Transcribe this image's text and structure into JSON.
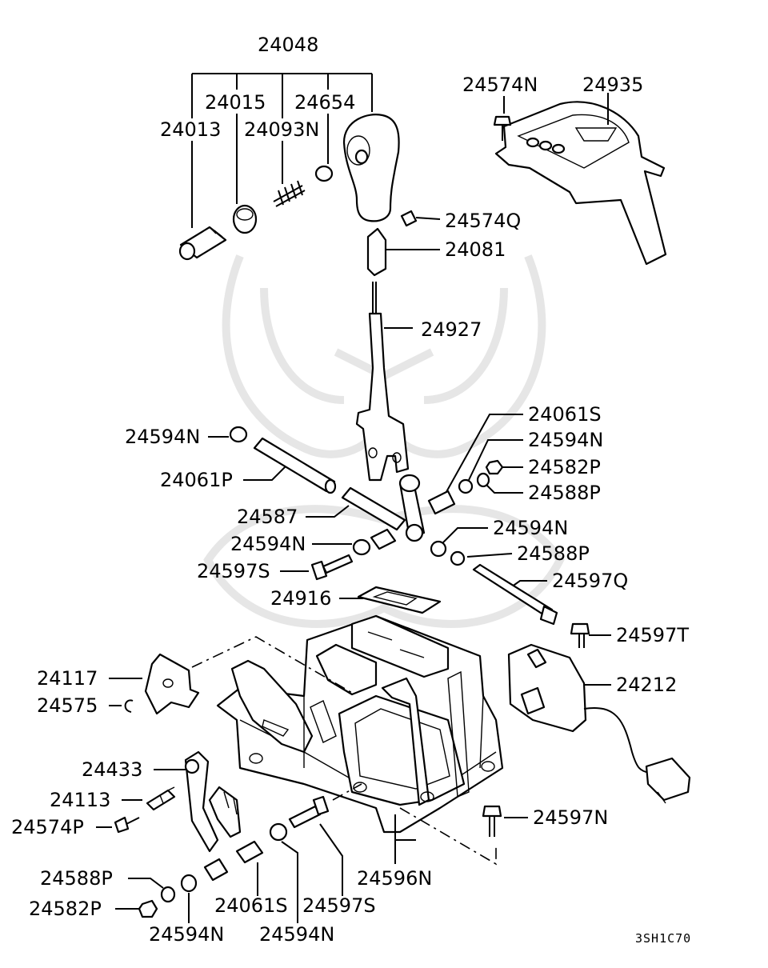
{
  "diagram": {
    "code": "3SH1C70",
    "colors": {
      "line": "#000000",
      "background": "#ffffff",
      "watermark": "#e6e6e6"
    }
  },
  "labels": {
    "p24048": "24048",
    "p24015": "24015",
    "p24654": "24654",
    "p24013": "24013",
    "p24093N": "24093N",
    "p24574N": "24574N",
    "p24935": "24935",
    "p24574Q": "24574Q",
    "p24081": "24081",
    "p24927": "24927",
    "p24061S_top": "24061S",
    "p24594N_left": "24594N",
    "p24594N_right": "24594N",
    "p24061P": "24061P",
    "p24582P_top": "24582P",
    "p24588P_top": "24588P",
    "p24587": "24587",
    "p24594N_mid": "24594N",
    "p24594N_mid_right": "24594N",
    "p24597S_top": "24597S",
    "p24588P_mid": "24588P",
    "p24597Q": "24597Q",
    "p24916": "24916",
    "p24597T": "24597T",
    "p24117": "24117",
    "p24212": "24212",
    "p24575": "24575",
    "p24433": "24433",
    "p24113": "24113",
    "p24574P": "24574P",
    "p24597N": "24597N",
    "p24596N": "24596N",
    "p24588P_bottom": "24588P",
    "p24061S_bottom": "24061S",
    "p24597S_bottom": "24597S",
    "p24582P_bottom": "24582P",
    "p24594N_bottom_left": "24594N",
    "p24594N_bottom_right": "24594N"
  }
}
